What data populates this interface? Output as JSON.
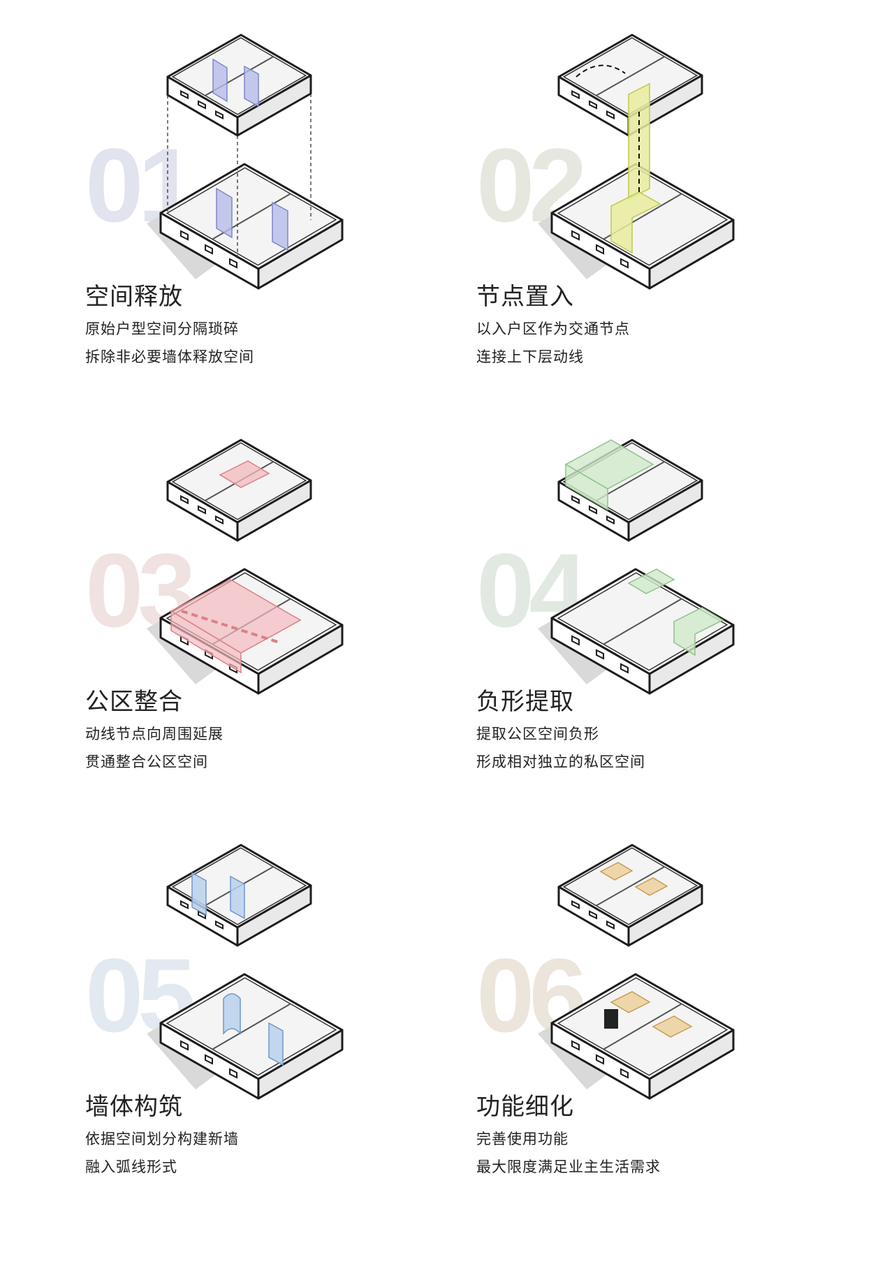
{
  "panels": [
    {
      "number": "01",
      "title": "空间释放",
      "lines": [
        "原始户型空间分隔琐碎",
        "拆除非必要墙体释放空间"
      ],
      "number_color": "#e1e3ee",
      "accent_fill": "#b7bce8",
      "accent_stroke": "#7f86cc"
    },
    {
      "number": "02",
      "title": "节点置入",
      "lines": [
        "以入户区作为交通节点",
        "连接上下层动线"
      ],
      "number_color": "#e6e7df",
      "accent_fill": "#e8ec9c",
      "accent_stroke": "#c2c64e"
    },
    {
      "number": "03",
      "title": "公区整合",
      "lines": [
        "动线节点向周围延展",
        "贯通整合公区空间"
      ],
      "number_color": "#f1e2e2",
      "accent_fill": "#f3b9be",
      "accent_stroke": "#db8088"
    },
    {
      "number": "04",
      "title": "负形提取",
      "lines": [
        "提取公区空间负形",
        "形成相对独立的私区空间"
      ],
      "number_color": "#e2e9e2",
      "accent_fill": "#cfeacb",
      "accent_stroke": "#8fc28a"
    },
    {
      "number": "05",
      "title": "墙体构筑",
      "lines": [
        "依据空间划分构建新墙",
        "融入弧线形式"
      ],
      "number_color": "#e3e9f0",
      "accent_fill": "#b8d0ec",
      "accent_stroke": "#6f97c8"
    },
    {
      "number": "06",
      "title": "功能细化",
      "lines": [
        "完善使用功能",
        "最大限度满足业主生活需求"
      ],
      "number_color": "#ece5dc",
      "accent_fill": "#ecd3a2",
      "accent_stroke": "#c79c55"
    }
  ]
}
